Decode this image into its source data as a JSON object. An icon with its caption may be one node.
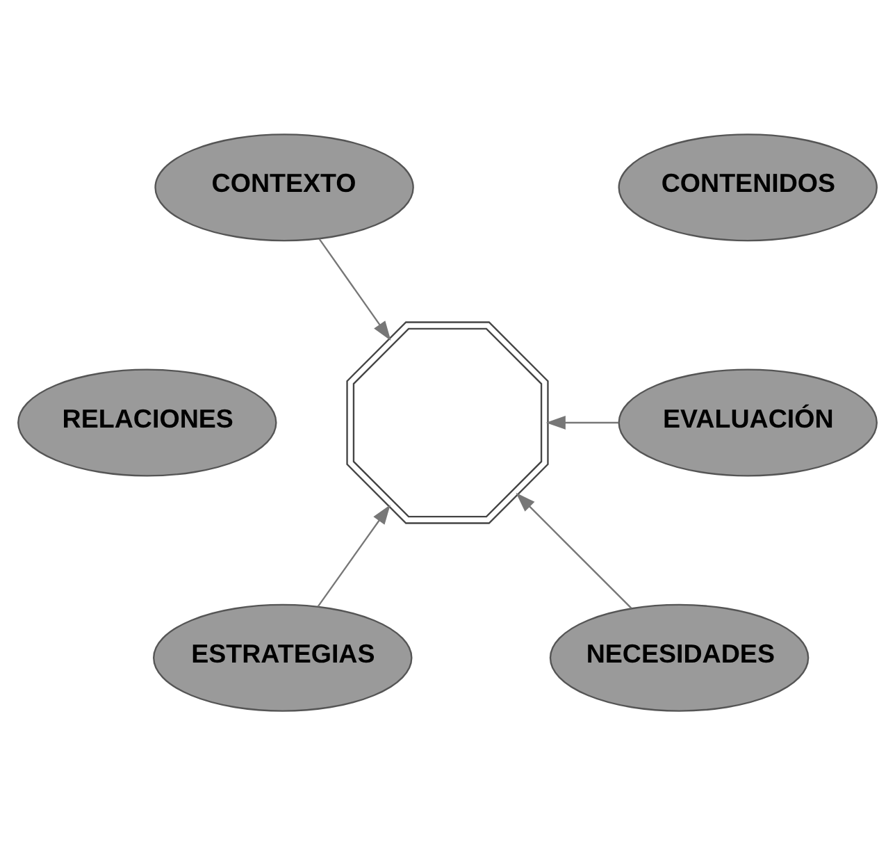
{
  "diagram": {
    "nodes": [
      {
        "text": [
          "CONTEXTO"
        ]
      },
      {
        "text": [
          "CONTENIDOS"
        ]
      },
      {
        "text": [
          "EVALUACIÓN"
        ]
      },
      {
        "text": [
          "RELACIONES"
        ]
      },
      {
        "text": [
          "ESTRATEGIAS"
        ]
      },
      {
        "text": [
          "NECESIDADES"
        ]
      },
      {
        "text": [],
        "shape": "octagon"
      }
    ],
    "edges": [
      {
        "from": 0,
        "to": 6,
        "arrow": "to"
      },
      {
        "from": 2,
        "to": 6,
        "arrow": "to"
      },
      {
        "from": 4,
        "to": 6,
        "arrow": "to"
      },
      {
        "from": 5,
        "to": 6,
        "arrow": "to"
      }
    ]
  }
}
